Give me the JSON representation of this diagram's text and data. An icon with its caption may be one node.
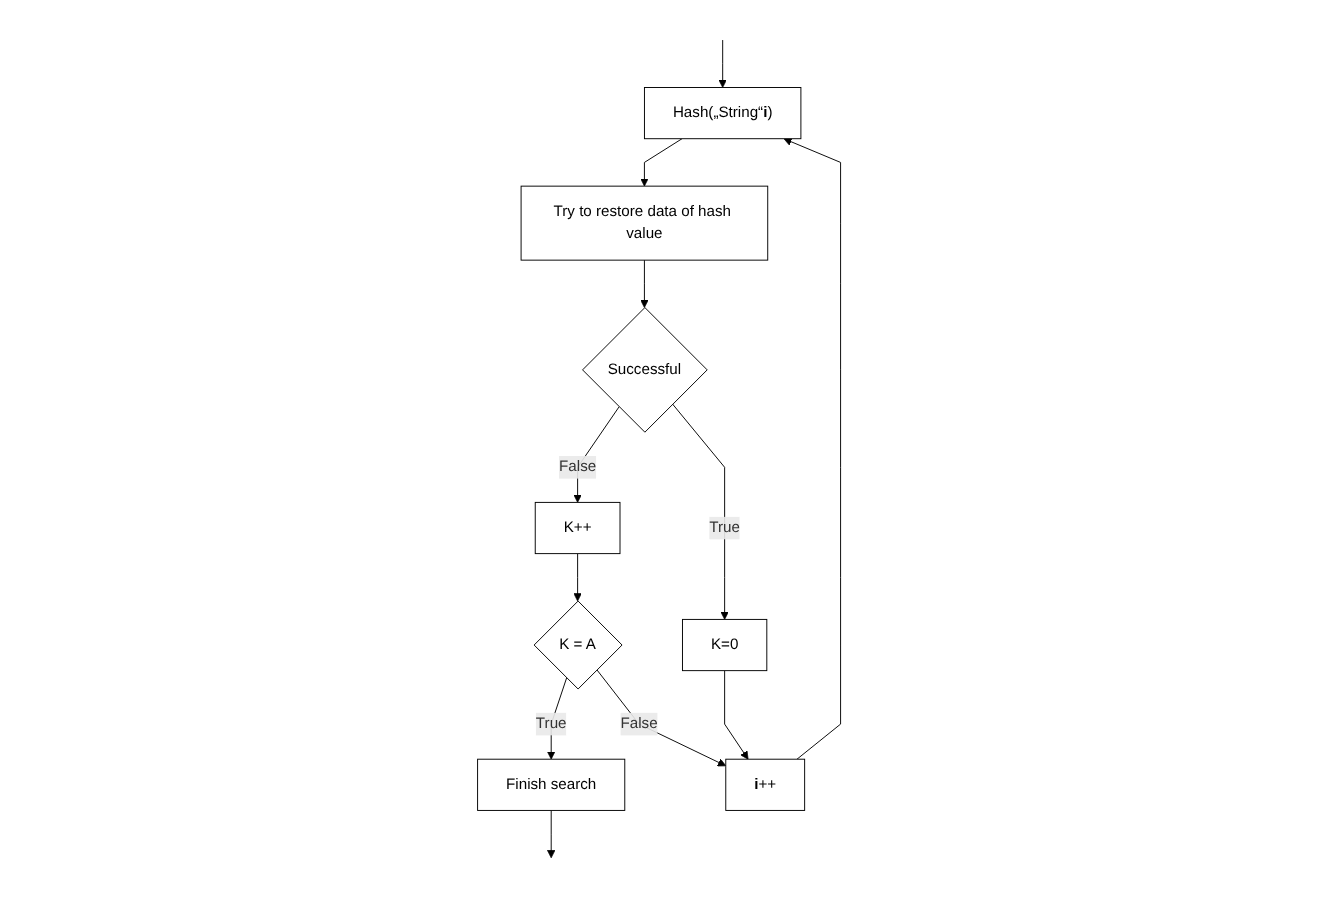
{
  "diagram": {
    "nodes": [
      {
        "text": [
          "Hash(„String“**i**)"
        ]
      },
      {
        "text": [
          "Try to restore data of hash value"
        ]
      },
      {
        "text": [
          "Successful"
        ]
      },
      {
        "text": [
          "K++"
        ]
      },
      {
        "text": [
          "K = A"
        ]
      },
      {
        "text": [
          "Finish search"
        ]
      },
      {
        "text": [
          "K=0"
        ]
      },
      {
        "text": [
          "**i**++"
        ]
      }
    ],
    "edges": [
      {
        "from": null,
        "to": 0,
        "arrow": "to"
      },
      {
        "from": 7,
        "to": 0,
        "arrow": "to"
      },
      {
        "from": 0,
        "to": 1,
        "arrow": "to"
      },
      {
        "from": 1,
        "to": 2,
        "arrow": "to"
      },
      {
        "from": 2,
        "to": 3,
        "label": "False",
        "arrow": "to"
      },
      {
        "from": 3,
        "to": 4,
        "arrow": "to"
      },
      {
        "from": 4,
        "to": 5,
        "label": "True",
        "arrow": "to"
      },
      {
        "from": 5,
        "to": null,
        "arrow": "to"
      },
      {
        "from": 2,
        "to": 6,
        "label": "True",
        "arrow": "to"
      },
      {
        "from": 6,
        "to": 7,
        "arrow": "to"
      },
      {
        "from": 4,
        "to": 7,
        "label": "False",
        "arrow": "to"
      }
    ]
  }
}
